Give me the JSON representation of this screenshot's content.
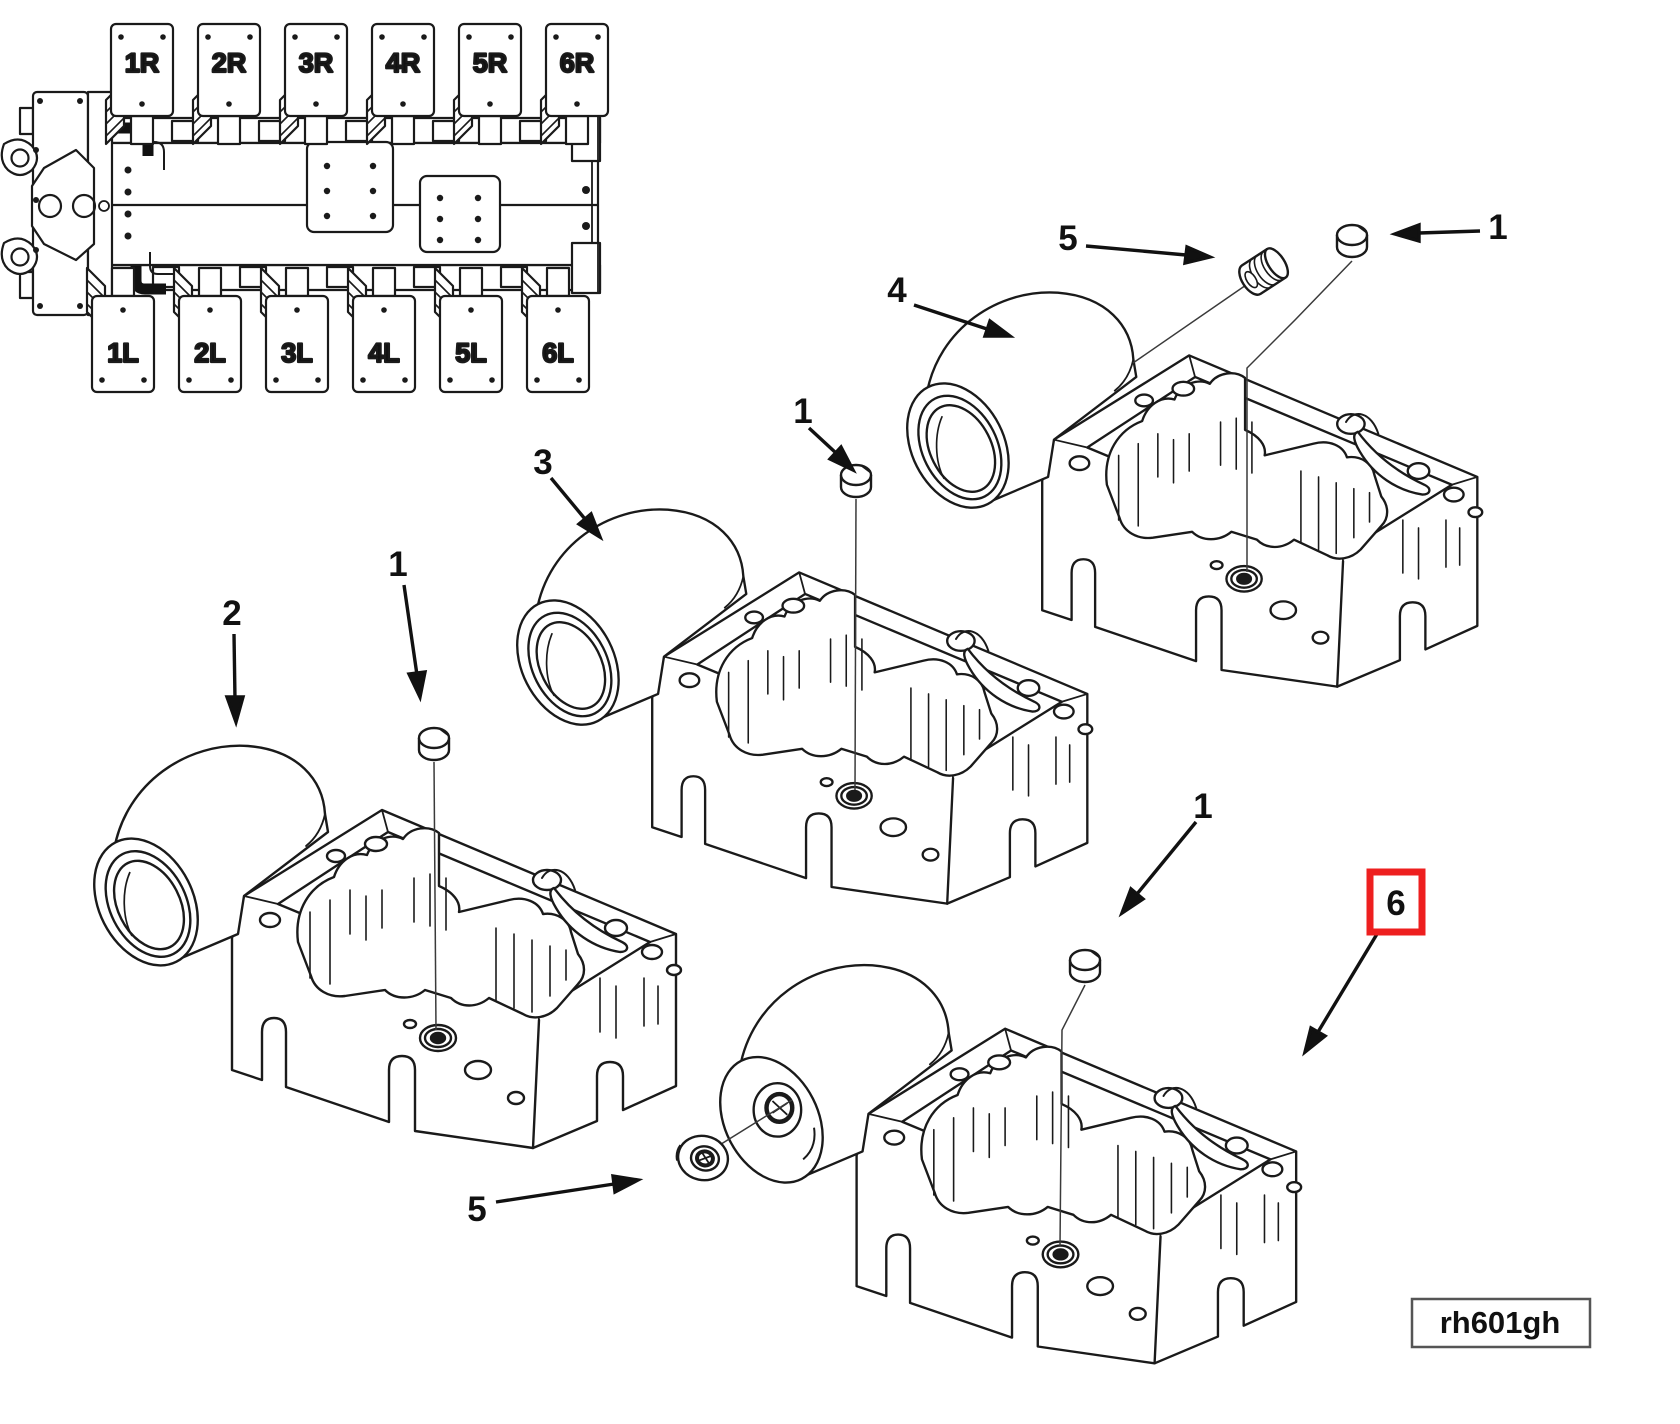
{
  "figure": {
    "code": "rh601gh",
    "highlight_color": "#ee1f1f",
    "line_color": "#1a1a1a",
    "background": "#ffffff"
  },
  "engine_diagram": {
    "description": "engine-top-view-schematic",
    "right_bank": [
      "1R",
      "2R",
      "3R",
      "4R",
      "5R",
      "6R"
    ],
    "left_bank": [
      "1L",
      "2L",
      "3L",
      "4L",
      "5L",
      "6L"
    ]
  },
  "callouts": [
    {
      "id": "callout-2",
      "label": "2",
      "highlighted": false
    },
    {
      "id": "callout-1-left",
      "label": "1",
      "highlighted": false
    },
    {
      "id": "callout-3",
      "label": "3",
      "highlighted": false
    },
    {
      "id": "callout-1-middle",
      "label": "1",
      "highlighted": false
    },
    {
      "id": "callout-4",
      "label": "4",
      "highlighted": false
    },
    {
      "id": "callout-5-top",
      "label": "5",
      "highlighted": false
    },
    {
      "id": "callout-1-top-right",
      "label": "1",
      "highlighted": false
    },
    {
      "id": "callout-1-right",
      "label": "1",
      "highlighted": false
    },
    {
      "id": "callout-6-highlighted",
      "label": "6",
      "highlighted": true
    },
    {
      "id": "callout-5-bottom",
      "label": "5",
      "highlighted": false
    }
  ]
}
